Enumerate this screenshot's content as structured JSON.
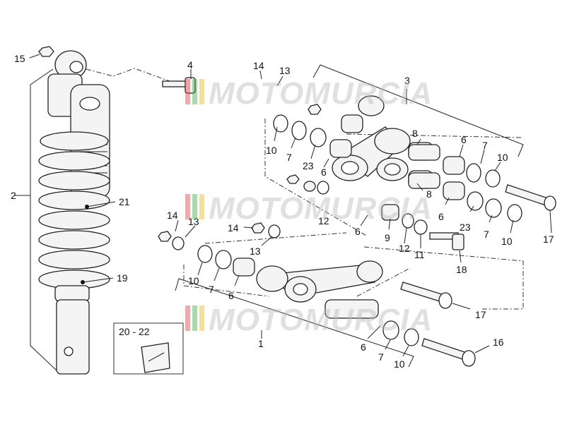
{
  "labels": {
    "l1": "1",
    "l2": "2",
    "l3": "3",
    "l4": "4",
    "l6a": "6",
    "l6b": "6",
    "l6c": "6",
    "l6d": "6",
    "l6e": "6",
    "l6f": "6",
    "l7a": "7",
    "l7b": "7",
    "l7c": "7",
    "l7d": "7",
    "l7e": "7",
    "l8a": "8",
    "l8b": "8",
    "l9": "9",
    "l10a": "10",
    "l10b": "10",
    "l10c": "10",
    "l10d": "10",
    "l10e": "10",
    "l11": "11",
    "l12a": "12",
    "l12b": "12",
    "l13a": "13",
    "l13b": "13",
    "l13c": "13",
    "l14a": "14",
    "l14b": "14",
    "l14c": "14",
    "l15": "15",
    "l16": "16",
    "l17a": "17",
    "l17b": "17",
    "l18": "18",
    "l19": "19",
    "l21": "21",
    "l23a": "23",
    "l23b": "23"
  },
  "inset": {
    "label": "20 - 22"
  },
  "watermark": {
    "text": "MOTOMURCIA",
    "colors": [
      "#d94040",
      "#3aa844",
      "#e0b62e"
    ]
  }
}
